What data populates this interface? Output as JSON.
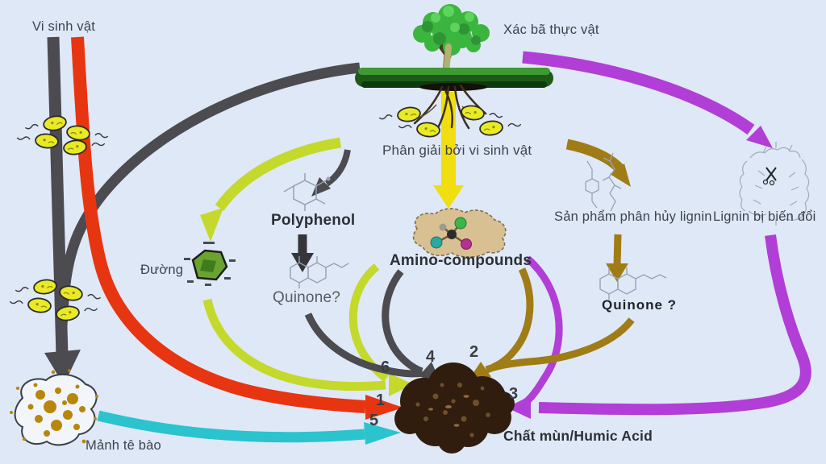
{
  "nodes": {
    "microbes": "Vi sinh vật",
    "plant_residue": "Xác bã thực vật",
    "decomposition": "Phân giải bởi vi sinh vật",
    "polyphenol": "Polyphenol",
    "sugar": "Đường",
    "quinone_left": "Quinone?",
    "amino_compounds": "Amino-compounds",
    "lignin_products": "Sản phẩm phân hủy lignin",
    "modified_lignin": "Lignin bị biến đổi",
    "quinone_right": "Quinone ?",
    "cell_fragments": "Mảnh tê bào",
    "humus": "Chất mùn/Humic Acid"
  },
  "pathway_numbers": {
    "p1": "1",
    "p2": "2",
    "p3": "3",
    "p4": "4",
    "p5": "5",
    "p6": "6"
  },
  "colors": {
    "background": "#dfe8f6",
    "gray_arrow": "#4b4b50",
    "black_arrow": "#35353a",
    "red_arrow": "#e73511",
    "yellow_arrow": "#f0de10",
    "chartreuse_arrow": "#c4d92b",
    "olive_arrow": "#9f7c15",
    "purple_arrow": "#b13ed6",
    "cyan_arrow": "#2ac3ce",
    "microbe_fill": "#e9ea25",
    "humus_brown": "#301d0e",
    "amino_blob": "#d9c093",
    "cell_fragment_dots": "#b8860b"
  }
}
